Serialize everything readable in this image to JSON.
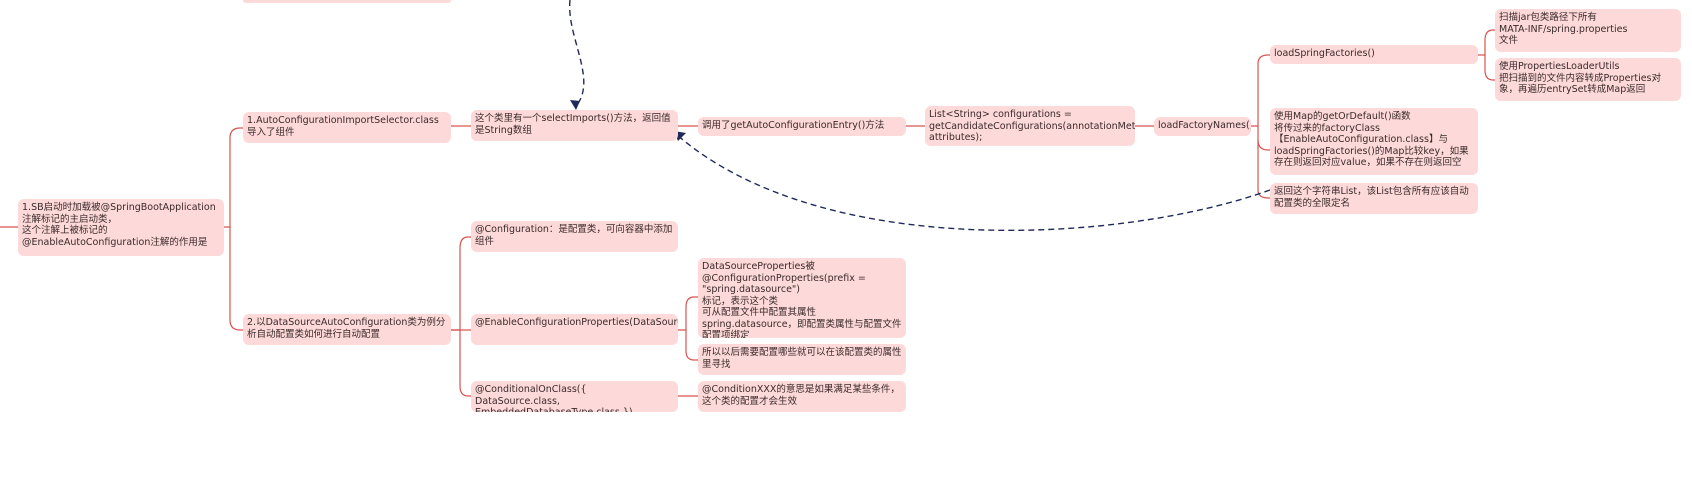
{
  "colors": {
    "node_fill": "#fdd9d9",
    "edge": "#d9534f",
    "reference_arrow": "#1f2a5a",
    "text": "#3a2a2a"
  },
  "nodes": {
    "root": "1.SB启动时加载被@SpringBootApplication注解标记的主启动类，\n这个注解上被标记的@EnableAutoConfiguration注解的作用是",
    "branch1": "1.AutoConfigurationImportSelector.class导入了组件",
    "branch2": "2.以DataSourceAutoConfiguration类为例分析自动配置类如何进行自动配置",
    "select_imports": "这个类里有一个selectImports()方法，返回值是String数组",
    "get_entry": "调用了getAutoConfigurationEntry()方法",
    "list_configs": "List<String> configurations = getCandidateConfigurations(annotationMetadata, attributes);",
    "load_factory_names": "loadFactoryNames()",
    "load_spring_factories": "loadSpringFactories()",
    "scan_jar": "扫描jar包类路径下所有\nMATA-INF/spring.properties\n文件",
    "props_loader": "使用PropertiesLoaderUtils\n把扫描到的文件内容转成Properties对象，再遍历entrySet转成Map返回",
    "map_get_or_default": "使用Map的getOrDefault()函数\n将传过来的factoryClass\n【EnableAutoConfiguration.class】与loadSpringFactories()的Map比较key，如果存在则返回对应value，如果不存在则返回空",
    "return_list": "返回这个字符串List，该List包含所有应该自动配置类的全限定名",
    "configuration": "@Configuration：是配置类，可向容器中添加组件",
    "enable_config_props": "@EnableConfigurationProperties(DataSourceProperties.class)",
    "conditional_on_class": "@ConditionalOnClass({ DataSource.class, EmbeddedDatabaseType.class })",
    "datasource_properties": "DataSourceProperties被\n@ConfigurationProperties(prefix = \"spring.datasource\")\n标记，表示这个类\n可从配置文件中配置其属性spring.datasource，即配置类属性与配置文件配置项绑定",
    "property_lookup": "所以以后需要配置哪些就可以在该配置类的属性里寻找",
    "condition_xxx": "@ConditionXXX的意思是如果满足某些条件，这个类的配置才会生效"
  }
}
